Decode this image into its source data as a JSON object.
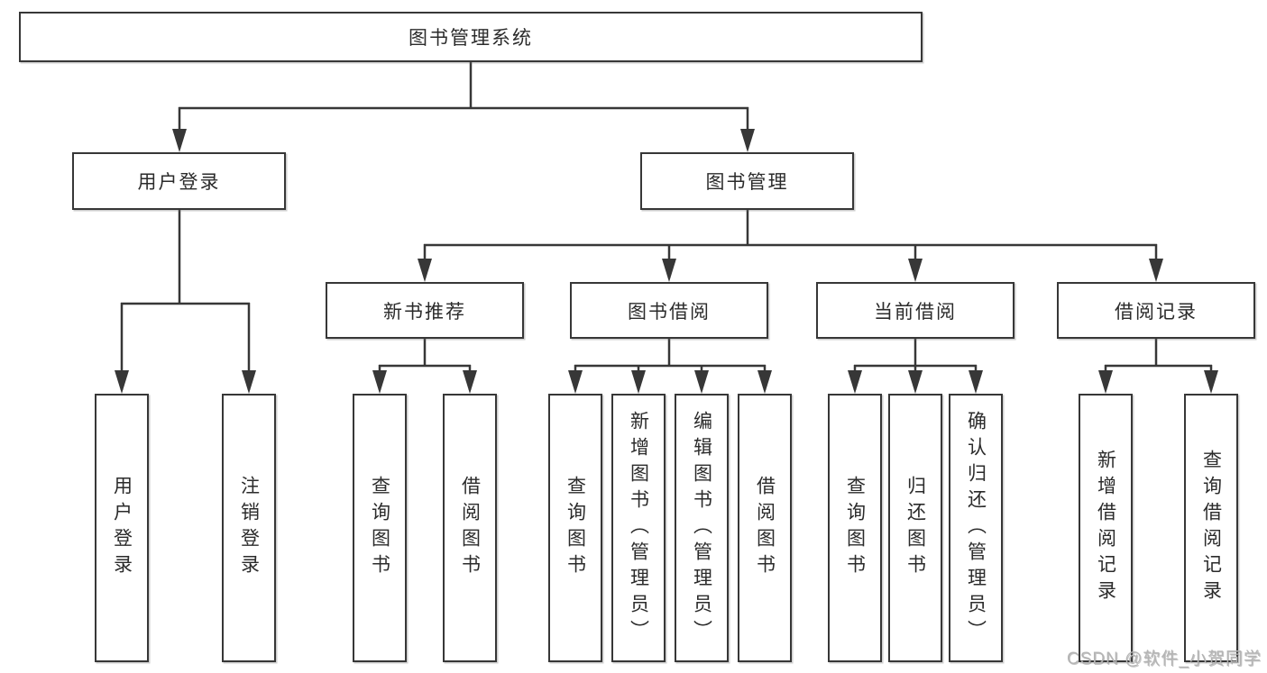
{
  "tree": {
    "root": "图书管理系统",
    "branches": [
      {
        "label": "用户登录",
        "children": [
          "用户登录",
          "注销登录"
        ]
      },
      {
        "label": "图书管理",
        "children": [
          {
            "label": "新书推荐",
            "children": [
              "查询图书",
              "借阅图书"
            ]
          },
          {
            "label": "图书借阅",
            "children": [
              "查询图书",
              "新增图书（管理员）",
              "编辑图书（管理员）",
              "借阅图书"
            ]
          },
          {
            "label": "当前借阅",
            "children": [
              "查询图书",
              "归还图书",
              "确认归还（管理员）"
            ]
          },
          {
            "label": "借阅记录",
            "children": [
              "新增借阅记录",
              "查询借阅记录"
            ]
          }
        ]
      }
    ]
  },
  "watermark": "CSDN @软件_小贺同学",
  "colors": {
    "line": "#373737",
    "box_border": "#373737",
    "box_fill": "#ffffff",
    "text": "#2b2b2b",
    "watermark": "#b4b4b4",
    "background": "#ffffff"
  }
}
